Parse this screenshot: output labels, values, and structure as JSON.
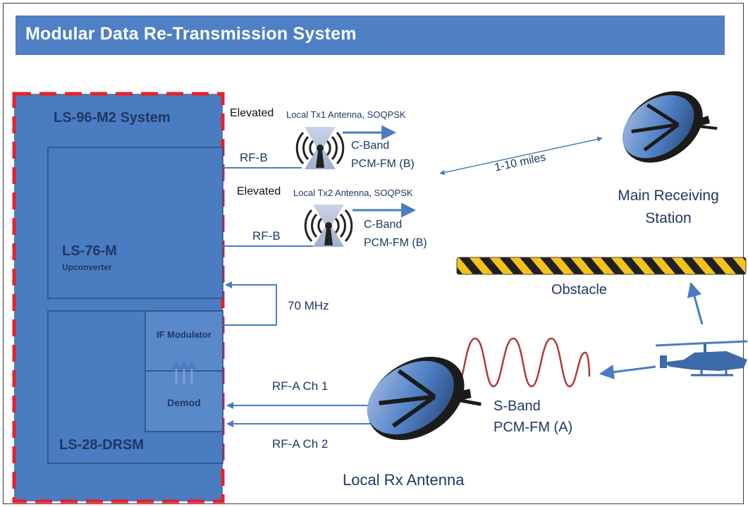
{
  "title": "Modular Data Re-Transmission System",
  "system": {
    "outer_label": "LS-96-M2 System",
    "upconverter_name": "LS-76-M",
    "upconverter_sub": "Upconverter",
    "drsm_name": "LS-28-DRSM",
    "if_modulator": "IF Modulator",
    "demod": "Demod"
  },
  "links": {
    "rf_b_top": "RF-B",
    "rf_b_bottom": "RF-B",
    "loop_70mhz": "70 MHz",
    "rf_a_ch1": "RF-A Ch 1",
    "rf_a_ch2": "RF-A Ch 2"
  },
  "antennas": {
    "tx1_prefix": "Elevated",
    "tx1_label": "Local Tx1 Antenna, SOQPSK",
    "tx1_band": "C-Band",
    "tx1_mod": "PCM-FM (B)",
    "tx2_prefix": "Elevated",
    "tx2_label": "Local Tx2 Antenna, SOQPSK",
    "tx2_band": "C-Band",
    "tx2_mod": "PCM-FM (B)",
    "distance": "1-10 miles",
    "main_station_line1": "Main Receiving",
    "main_station_line2": "Station",
    "obstacle": "Obstacle",
    "sband": "S-Band",
    "sband_mod": "PCM-FM (A)",
    "local_rx": "Local Rx Antenna"
  },
  "colors": {
    "title_bar": "#4f7fc4",
    "system_fill": "#4a7cc1",
    "dashed_border": "#e8202a",
    "arrow": "#4a7cc1",
    "sine": "#b03a3a",
    "text": "#1f3864"
  }
}
